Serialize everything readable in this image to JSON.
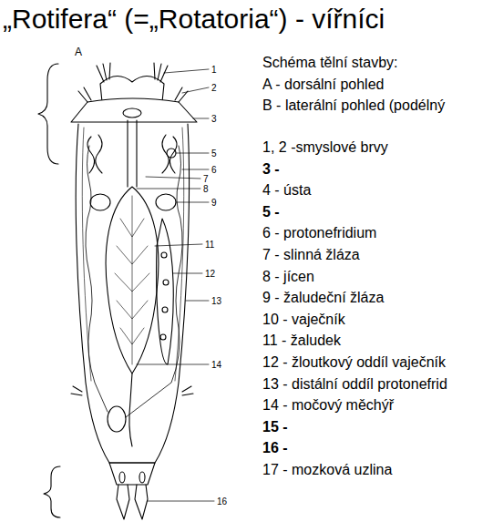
{
  "diagram": {
    "title": "„Rotifera“ (=„Rotatoria“) - vířníci",
    "labels": [
      "A",
      "1",
      "2",
      "3",
      "5",
      "6",
      "7",
      "8",
      "9",
      "11",
      "12",
      "13",
      "14",
      "16",
      "Schéma tělní stavby:",
      "A - dorsální pohled",
      "B - laterální pohled (podélný",
      "1, 2 -smyslové brvy",
      "3 -",
      "4 - ústa",
      "5 -",
      "6 - protonefridium",
      "7 - slinná žláza",
      "8 - jícen",
      "9 - žaludeční žláza",
      "10 - vaječník",
      "11 - žaludek",
      "12 - žloutkový oddíl vaječník",
      "13 - distální oddíl protonefrid",
      "14 - močový měchýř",
      "15 -",
      "16 -",
      "17 - mozková uzlina"
    ]
  }
}
